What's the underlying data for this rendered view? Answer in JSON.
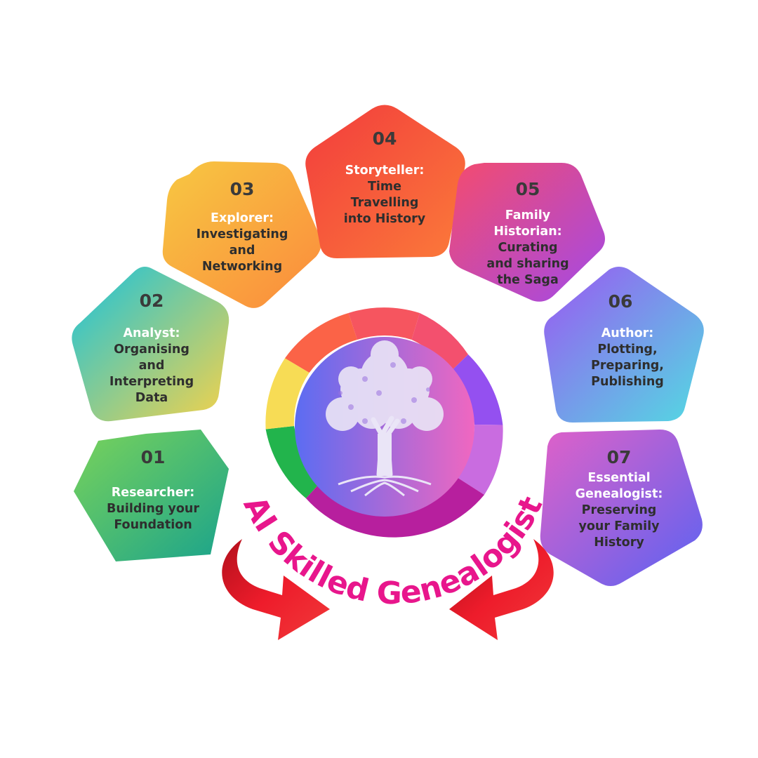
{
  "diagram": {
    "title": "AI Skilled Genealogist",
    "title_color": "#e8168c",
    "hub_icon": "tree-icon",
    "steps": [
      {
        "number": "01",
        "title": "Researcher:",
        "description": [
          "Building your",
          "Foundation"
        ]
      },
      {
        "number": "02",
        "title": "Analyst:",
        "description": [
          "Organising",
          "and",
          "Interpreting",
          "Data"
        ]
      },
      {
        "number": "03",
        "title": "Explorer:",
        "description": [
          "Investigating",
          "and",
          "Networking"
        ]
      },
      {
        "number": "04",
        "title": "Storyteller:",
        "description": [
          "Time",
          "Travelling",
          "into History"
        ]
      },
      {
        "number": "05",
        "title": "Family Historian:",
        "description": [
          "Curating",
          "and sharing",
          "the Saga"
        ]
      },
      {
        "number": "06",
        "title": "Author:",
        "description": [
          "Plotting,",
          "Preparing,",
          "Publishing"
        ]
      },
      {
        "number": "07",
        "title": "Essential Genealogist:",
        "description": [
          "Preserving",
          "your Family",
          "History"
        ]
      }
    ],
    "arrows": [
      "left-curved-arrow-icon",
      "right-curved-arrow-icon"
    ],
    "colors": {
      "step_01": [
        "#7ad35a",
        "#1aa38c"
      ],
      "step_02": [
        "#19c3dc",
        "#f5d24a"
      ],
      "step_03": [
        "#f7c842",
        "#fb8a3c"
      ],
      "step_04": [
        "#f23c3c",
        "#fb7a3a"
      ],
      "step_05": [
        "#f44b6e",
        "#a24ae8"
      ],
      "step_06": [
        "#9b57f2",
        "#52dbe2"
      ],
      "step_07": [
        "#e061c8",
        "#5a63f2"
      ],
      "hub": [
        "#5b6cf2",
        "#f067c0"
      ],
      "arrow": "#ee1c2b"
    }
  }
}
